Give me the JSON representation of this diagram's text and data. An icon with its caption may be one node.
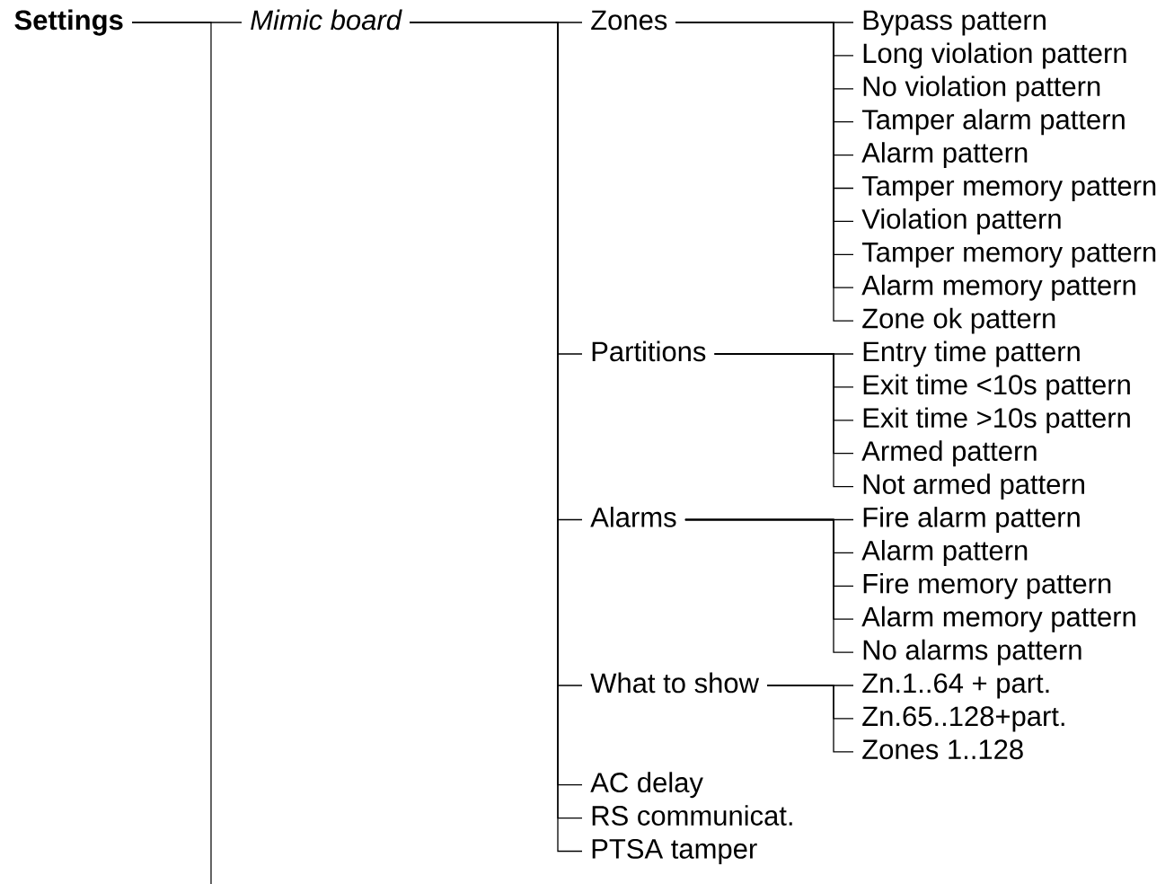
{
  "diagram": {
    "nodes": [
      {
        "text": [
          "Settings"
        ]
      },
      {
        "text": [
          "Mimic board"
        ]
      },
      {
        "text": [
          "Zones"
        ]
      },
      {
        "text": [
          "Bypass pattern"
        ]
      },
      {
        "text": [
          "Long violation pattern"
        ]
      },
      {
        "text": [
          "No violation pattern"
        ]
      },
      {
        "text": [
          "Tamper alarm pattern"
        ]
      },
      {
        "text": [
          "Alarm pattern"
        ]
      },
      {
        "text": [
          "Tamper memory pattern"
        ]
      },
      {
        "text": [
          "Violation pattern"
        ]
      },
      {
        "text": [
          "Tamper memory pattern"
        ]
      },
      {
        "text": [
          "Alarm memory pattern"
        ]
      },
      {
        "text": [
          "Zone ok pattern"
        ]
      },
      {
        "text": [
          "Partitions"
        ]
      },
      {
        "text": [
          "Entry time pattern"
        ]
      },
      {
        "text": [
          "Exit time <10s pattern"
        ]
      },
      {
        "text": [
          "Exit time >10s pattern"
        ]
      },
      {
        "text": [
          "Armed pattern"
        ]
      },
      {
        "text": [
          "Not armed pattern"
        ]
      },
      {
        "text": [
          "Alarms"
        ]
      },
      {
        "text": [
          "Fire alarm pattern"
        ]
      },
      {
        "text": [
          "Alarm pattern"
        ]
      },
      {
        "text": [
          "Fire memory pattern"
        ]
      },
      {
        "text": [
          "Alarm memory pattern"
        ]
      },
      {
        "text": [
          "No alarms pattern"
        ]
      },
      {
        "text": [
          "What to show"
        ]
      },
      {
        "text": [
          "Zn.1..64 + part."
        ]
      },
      {
        "text": [
          "Zn.65..128+part."
        ]
      },
      {
        "text": [
          "Zones 1..128"
        ]
      },
      {
        "text": [
          "AC delay"
        ]
      },
      {
        "text": [
          "RS communicat."
        ]
      },
      {
        "text": [
          "PTSA tamper"
        ]
      }
    ],
    "edges": [
      {
        "from": 0,
        "to": 1,
        "arrow": "none"
      },
      {
        "from": 0,
        "to": null,
        "arrow": "none"
      },
      {
        "from": 1,
        "to": 2,
        "arrow": "none"
      },
      {
        "from": 2,
        "to": 3,
        "arrow": "none"
      },
      {
        "from": 2,
        "to": 4,
        "arrow": "none"
      },
      {
        "from": 2,
        "to": 5,
        "arrow": "none"
      },
      {
        "from": 2,
        "to": 6,
        "arrow": "none"
      },
      {
        "from": 2,
        "to": 7,
        "arrow": "none"
      },
      {
        "from": 2,
        "to": 8,
        "arrow": "none"
      },
      {
        "from": 2,
        "to": 9,
        "arrow": "none"
      },
      {
        "from": 2,
        "to": 10,
        "arrow": "none"
      },
      {
        "from": 2,
        "to": 11,
        "arrow": "none"
      },
      {
        "from": 2,
        "to": 12,
        "arrow": "none"
      },
      {
        "from": 1,
        "to": 13,
        "arrow": "none"
      },
      {
        "from": 13,
        "to": 14,
        "arrow": "none"
      },
      {
        "from": 13,
        "to": 15,
        "arrow": "none"
      },
      {
        "from": 13,
        "to": 16,
        "arrow": "none"
      },
      {
        "from": 13,
        "to": 17,
        "arrow": "none"
      },
      {
        "from": 13,
        "to": 18,
        "arrow": "none"
      },
      {
        "from": 1,
        "to": 19,
        "arrow": "none"
      },
      {
        "from": 19,
        "to": 20,
        "arrow": "none"
      },
      {
        "from": 19,
        "to": 21,
        "arrow": "none"
      },
      {
        "from": 19,
        "to": 22,
        "arrow": "none"
      },
      {
        "from": 19,
        "to": 23,
        "arrow": "none"
      },
      {
        "from": 19,
        "to": 24,
        "arrow": "none"
      },
      {
        "from": 1,
        "to": 25,
        "arrow": "none"
      },
      {
        "from": 25,
        "to": 26,
        "arrow": "none"
      },
      {
        "from": 25,
        "to": 27,
        "arrow": "none"
      },
      {
        "from": 25,
        "to": 28,
        "arrow": "none"
      },
      {
        "from": 1,
        "to": 29,
        "arrow": "none"
      },
      {
        "from": 1,
        "to": 30,
        "arrow": "none"
      },
      {
        "from": 1,
        "to": 31,
        "arrow": "none"
      }
    ]
  }
}
